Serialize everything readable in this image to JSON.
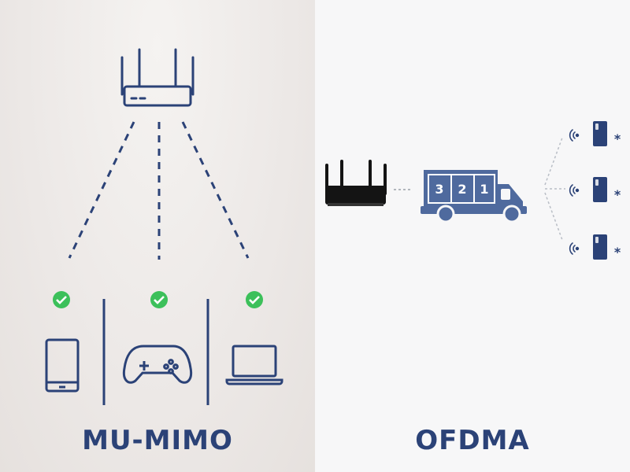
{
  "left_panel": {
    "title": "MU-MIMO"
  },
  "right_panel": {
    "title": "OFDMA",
    "truck_segments": [
      "3",
      "2",
      "1"
    ],
    "device_marker": "*"
  },
  "colors": {
    "primary": "#2b4277",
    "truck": "#4f6a9e",
    "check": "#3cc05a"
  }
}
